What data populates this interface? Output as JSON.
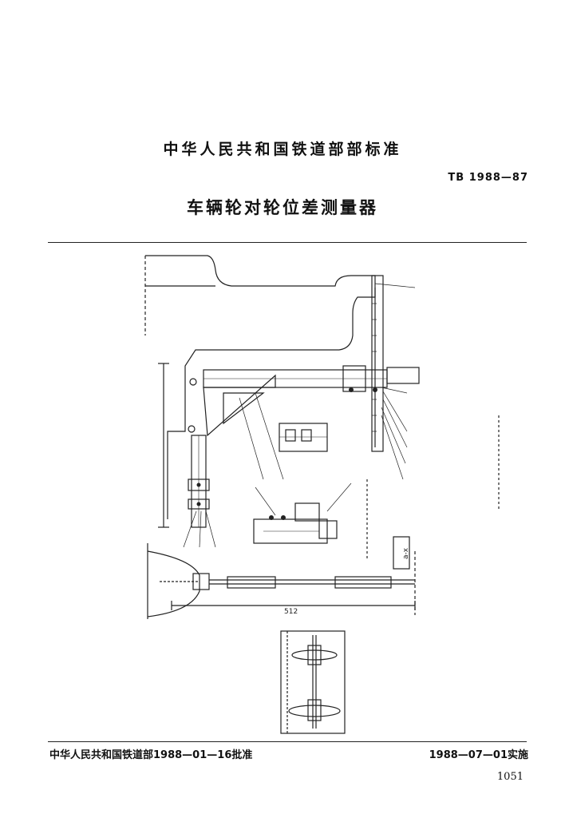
{
  "header": {
    "org_title": "中华人民共和国铁道部部标准",
    "standard_code": "TB 1988—87",
    "doc_title": "车辆轮对轮位差测量器"
  },
  "drawing": {
    "dimension_512": "512",
    "label_ax": "a-x"
  },
  "footer": {
    "approval": "中华人民共和国铁道部1988—01—16批准",
    "implementation": "1988—07—01实施",
    "page_number": "1051"
  }
}
